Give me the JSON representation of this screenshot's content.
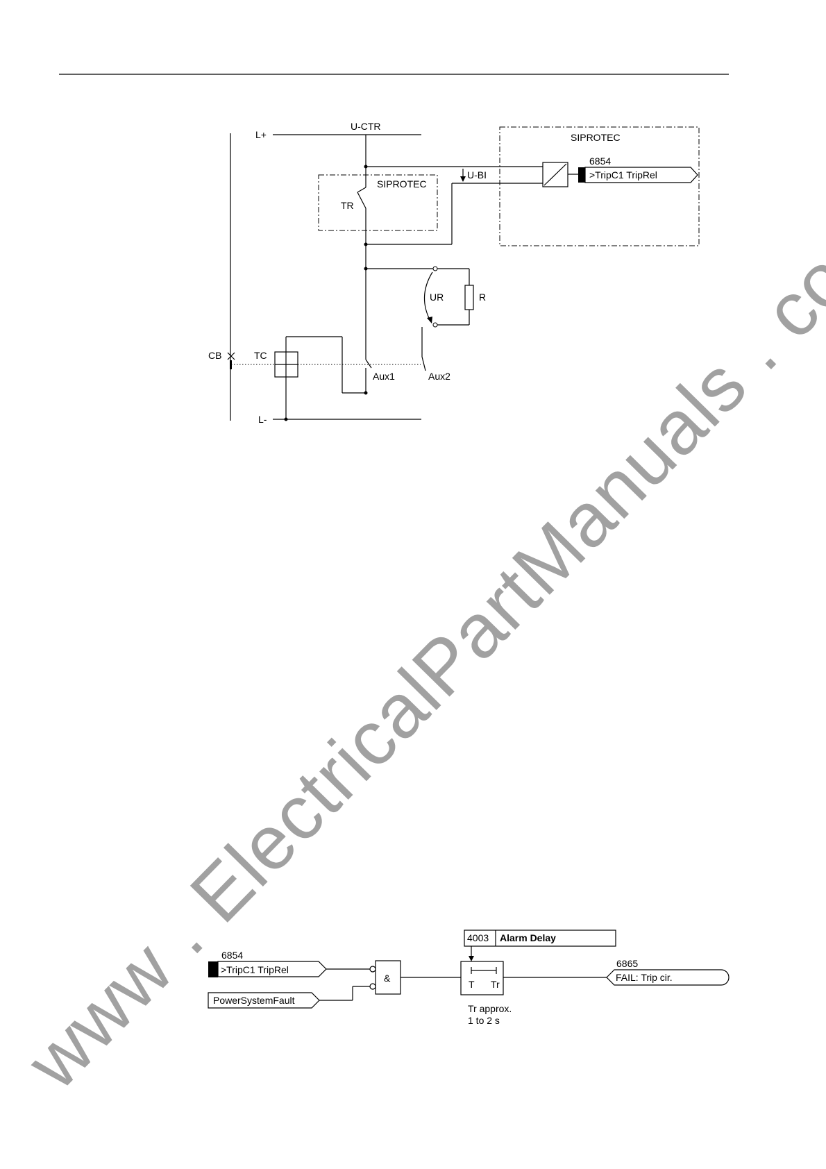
{
  "top_diagram": {
    "rail_positive": "L+",
    "rail_negative": "L-",
    "control_voltage": "U-CTR",
    "binary_input_voltage": "U-BI",
    "device_label_main": "SIPROTEC",
    "device_label_trip": "SIPROTEC",
    "trip_relay": "TR",
    "circuit_breaker": "CB",
    "trip_coil": "TC",
    "aux_contact_1": "Aux1",
    "aux_contact_2": "Aux2",
    "resistor": "R",
    "resistor_voltage": "UR",
    "input_number": "6854",
    "input_name": ">TripC1 TripRel"
  },
  "logic_diagram": {
    "input_number": "6854",
    "input_name": ">TripC1 TripRel",
    "fault_input": "PowerSystemFault",
    "and_gate": "&",
    "param_number": "4003",
    "param_name": "Alarm Delay",
    "timer_T": "T",
    "timer_Tr": "Tr",
    "timer_note_1": "Tr approx.",
    "timer_note_2": "1 to 2 s",
    "output_number": "6865",
    "output_name": "FAIL: Trip cir."
  },
  "watermark": "www . ElectricalPartManuals . com"
}
